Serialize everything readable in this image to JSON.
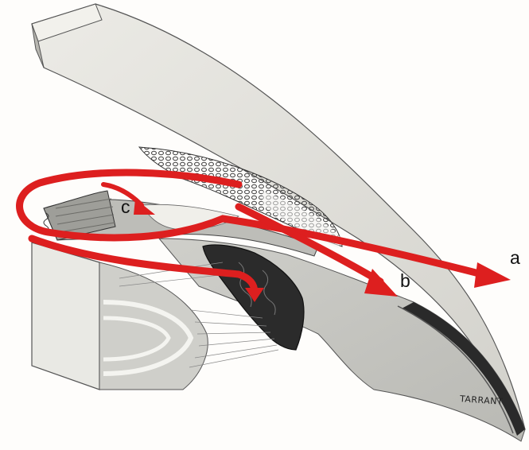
{
  "labels": {
    "a": "a",
    "b": "b",
    "c": "c"
  },
  "signature": "TARRANT",
  "colors": {
    "arrow": "#dd1f1f",
    "tissue": "#d6d6d0",
    "pigment": "#2b2b2b",
    "background": "#fefdfb"
  }
}
